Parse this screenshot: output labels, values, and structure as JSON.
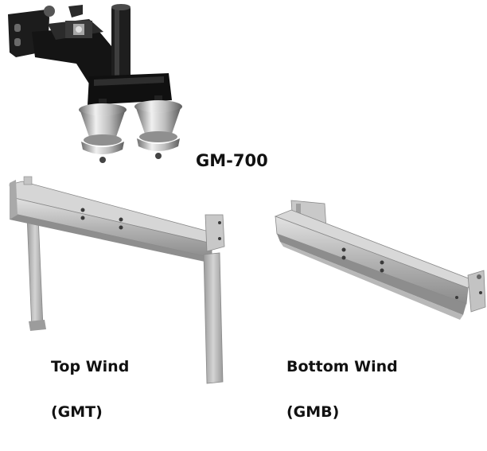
{
  "products": [
    {
      "id": "gm700",
      "label": "GM-700",
      "icon": "guide-roller-assembly"
    },
    {
      "id": "top-wind",
      "label_line1": "Top Wind",
      "label_line2": "(GMT)",
      "icon": "top-wind-bracket"
    },
    {
      "id": "bottom-wind",
      "label_line1": "Bottom Wind",
      "label_line2": "(GMB)",
      "icon": "bottom-wind-bracket"
    }
  ],
  "colors": {
    "background": "#ffffff",
    "text": "#111111",
    "metal_dark": "#1a1a1a",
    "steel": "#b9b9b9",
    "steel_light": "#d6d6d6",
    "steel_shadow": "#8a8a8a"
  }
}
